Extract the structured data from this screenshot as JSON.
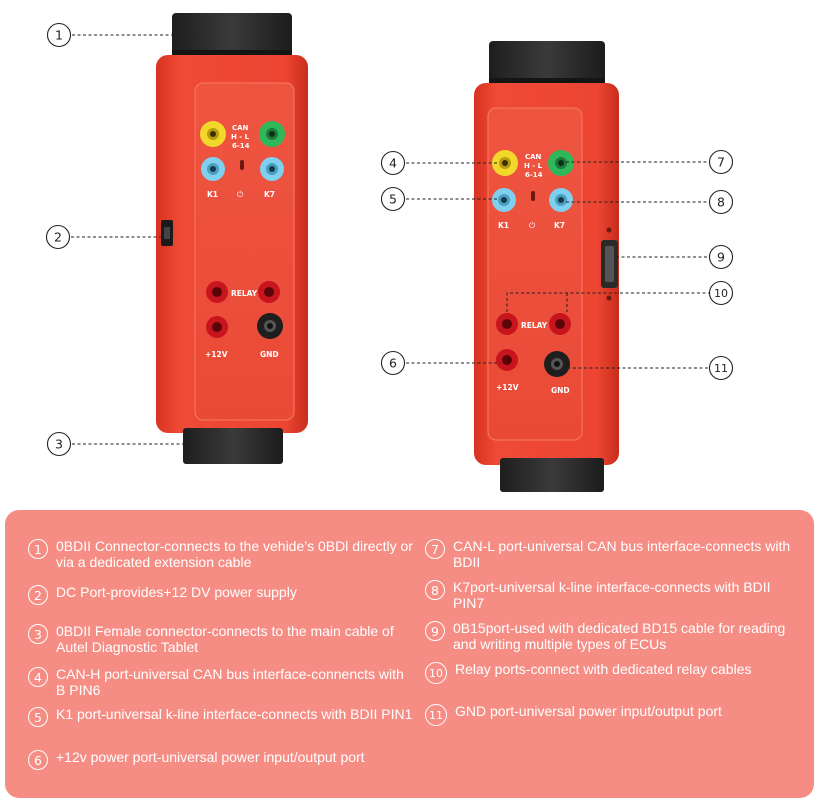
{
  "callouts": [
    "1",
    "2",
    "3",
    "4",
    "5",
    "6",
    "7",
    "8",
    "9",
    "10",
    "11"
  ],
  "device_labels": {
    "can": "CAN",
    "hl": "H - L",
    "pins": "6-14",
    "k1": "K1",
    "k7": "K7",
    "power": "⏻",
    "relay": "RELAY",
    "v12": "+12V",
    "gnd": "GND"
  },
  "legend": [
    {
      "num": "1",
      "text": "0BDII Connector-connects to the vehide’s 0BDl directly or via a dedicated extension cable"
    },
    {
      "num": "2",
      "text": "DC Port-provides+12 DV power supply"
    },
    {
      "num": "3",
      "text": "0BDII Female connector-connects to the main cable of Autel Diagnostic Tablet"
    },
    {
      "num": "4",
      "text": "CAN-H port-universal CAN bus interface-connencts with B PIN6"
    },
    {
      "num": "5",
      "text": "K1 port-universal k-line interface-connects with BDII PIN1"
    },
    {
      "num": "6",
      "text": "+12v power port-universal power input/output port"
    },
    {
      "num": "7",
      "text": "CAN-L port-universal CAN bus interface-connects with BDII"
    },
    {
      "num": "8",
      "text": "K7port-universal k-line interface-connects with BDII PIN7"
    },
    {
      "num": "9",
      "text": "0B15port-used with dedicated BD15 cable for reading and writing multiple types of ECUs"
    },
    {
      "num": "10",
      "text": "Relay ports-connect with dedicated relay cables"
    },
    {
      "num": "11",
      "text": "GND port-universal power input/output port"
    }
  ],
  "colors": {
    "panel": "#f68d85",
    "device_body": "#e9412f",
    "connector": "#2b2b2b",
    "can_h": "#f2d82a",
    "can_l": "#2fb85a",
    "kline": "#7fd0ee"
  }
}
